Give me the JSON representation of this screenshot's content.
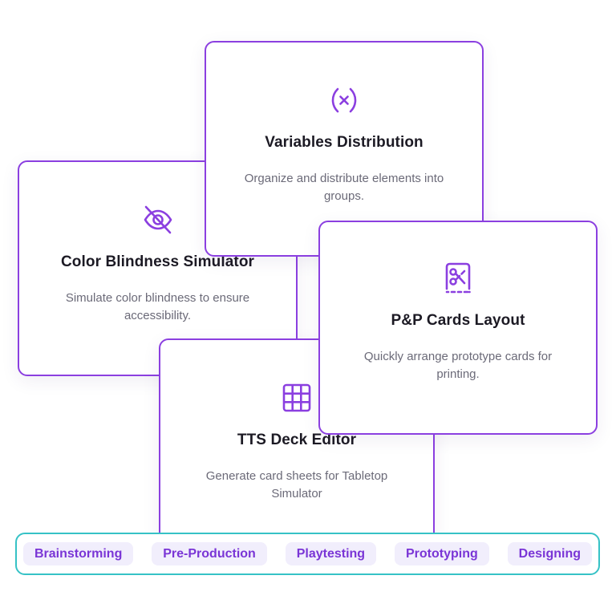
{
  "accent_color": "#8b3fe0",
  "tag_border_color": "#36c2c6",
  "cards": {
    "variables": {
      "icon": "variable-x-icon",
      "title": "Variables Distribution",
      "description": "Organize and distribute elements into groups."
    },
    "color_blindness": {
      "icon": "eye-off-icon",
      "title": "Color Blindness Simulator",
      "description": "Simulate color blindness to ensure accessibility."
    },
    "tts": {
      "icon": "grid-icon",
      "title": "TTS Deck Editor",
      "description": "Generate card sheets for Tabletop Simulator"
    },
    "pnp": {
      "icon": "scissors-icon",
      "title": "P&P Cards Layout",
      "description": "Quickly arrange prototype cards for printing."
    }
  },
  "tags": [
    "Brainstorming",
    "Pre-Production",
    "Playtesting",
    "Prototyping",
    "Designing"
  ]
}
